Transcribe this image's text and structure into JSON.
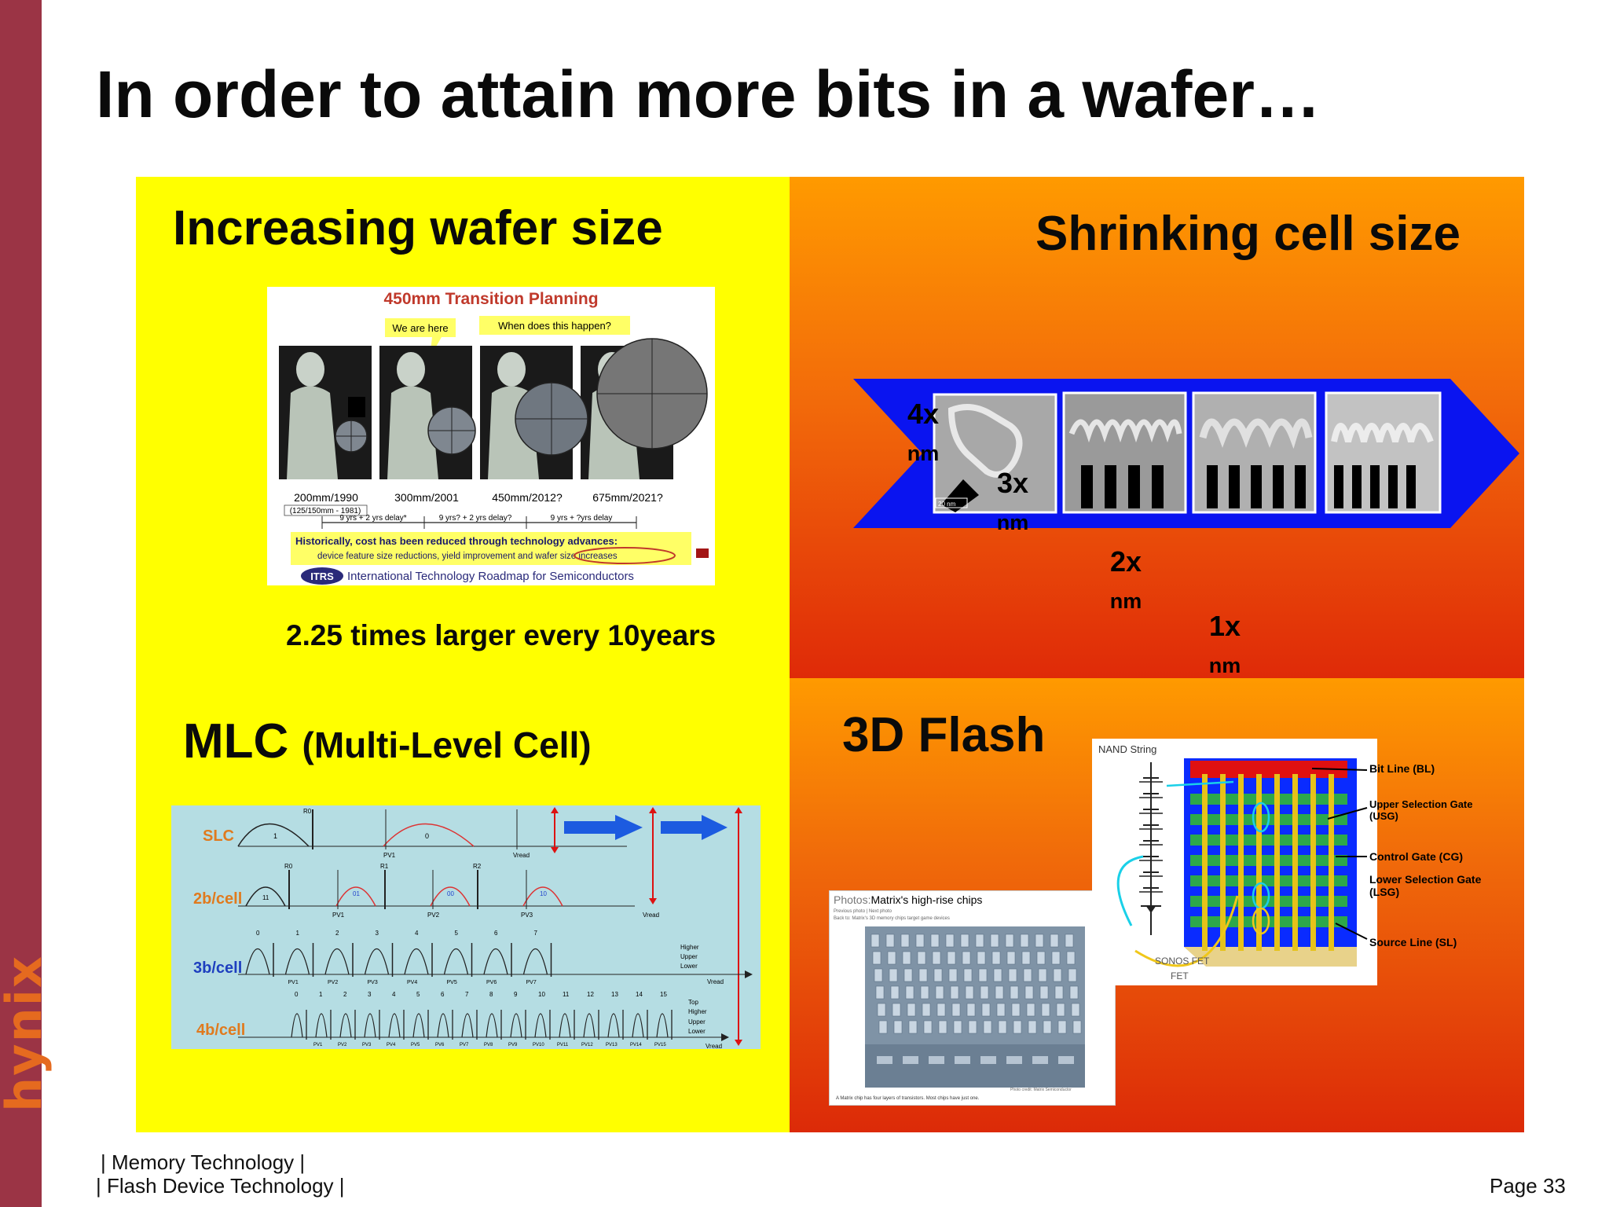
{
  "slide": {
    "title": "In order to attain more bits in a wafer…",
    "logo_text": "hynix",
    "colors": {
      "sidebar": "#9b3445",
      "yellow_panel": "#ffff00",
      "orange_top": "#ff9a00",
      "red_bottom": "#df2a08",
      "logo": "#e56a1f"
    }
  },
  "wafer": {
    "heading": "Increasing wafer size",
    "caption": "2.25 times larger every 10years",
    "figure": {
      "title": "450mm Transition Planning",
      "callout_here": "We are here",
      "callout_when": "When does this happen?",
      "years": [
        "200mm/1990",
        "300mm/2001",
        "450mm/2012?",
        "675mm/2021?"
      ],
      "sub_note": "(125/150mm - 1981)",
      "delays": [
        "9 yrs + 2 yrs delay*",
        "9 yrs? + 2 yrs delay?",
        "9 yrs + ?yrs delay"
      ],
      "history_line1": "Historically, cost has been reduced through technology advances:",
      "history_line2": "device feature size reductions, yield improvement and wafer size increases",
      "itrs_logo": "ITRS",
      "itrs_name": "International Technology Roadmap for Semiconductors"
    }
  },
  "cell": {
    "heading": "Shrinking cell size",
    "nodes": [
      {
        "value": "4x",
        "unit": "nm"
      },
      {
        "value": "3x",
        "unit": "nm"
      },
      {
        "value": "2x",
        "unit": "nm"
      },
      {
        "value": "1x",
        "unit": "nm"
      }
    ],
    "scale_bar": "20 nm"
  },
  "mlc": {
    "heading": "MLC",
    "heading_sub": "(Multi-Level Cell)",
    "rows": [
      {
        "label": "SLC",
        "color": "#e07a1e"
      },
      {
        "label": "2b/cell",
        "color": "#e07a1e"
      },
      {
        "label": "3b/cell",
        "color": "#1e3fbf"
      },
      {
        "label": "4b/cell",
        "color": "#e07a1e"
      }
    ],
    "slc_states": [
      "1",
      "0"
    ],
    "slc_marks": [
      "R0",
      "PV1",
      "Vread"
    ],
    "two_bit_marks": [
      "R0",
      "R1",
      "R2",
      "PV1",
      "PV2",
      "PV3",
      "Vread"
    ],
    "two_bit_codes": [
      "11",
      "01",
      "00",
      "10"
    ],
    "three_bit_states": [
      "0",
      "1",
      "2",
      "3",
      "4",
      "5",
      "6",
      "7"
    ],
    "three_bit_pv": [
      "PV1",
      "PV2",
      "PV3",
      "PV4",
      "PV5",
      "PV6",
      "PV7"
    ],
    "three_bit_pages": [
      "Higher",
      "Upper",
      "Lower"
    ],
    "four_bit_states": [
      "0",
      "1",
      "2",
      "3",
      "4",
      "5",
      "6",
      "7",
      "8",
      "9",
      "10",
      "11",
      "12",
      "13",
      "14",
      "15"
    ],
    "four_bit_pv": [
      "PV1",
      "PV2",
      "PV3",
      "PV4",
      "PV5",
      "PV6",
      "PV7",
      "PV8",
      "PV9",
      "PV10",
      "PV11",
      "PV12",
      "PV13",
      "PV14",
      "PV15"
    ],
    "four_bit_pages": [
      "Top",
      "Higher",
      "Upper",
      "Lower"
    ],
    "vread": "Vread"
  },
  "flash3d": {
    "heading": "3D Flash",
    "photo": {
      "header_prefix": "Photos:",
      "header_title": "Matrix's high-rise chips",
      "nav": "Previous photo | Next photo",
      "back": "Back to: Matrix's 3D memory chips target game devices",
      "credit": "Photo credit: Matrix Semiconductor",
      "caption": "A Matrix chip has four layers of transistors. Most chips have just one."
    },
    "diagram": {
      "string_label": "NAND String",
      "fet_label": "SONOS FET",
      "fet_label2": "FET",
      "labels": [
        "Bit Line (BL)",
        "Upper Selection Gate (USG)",
        "Control Gate (CG)",
        "Lower Selection Gate (LSG)",
        "Source Line (SL)"
      ]
    }
  },
  "footer": {
    "line1": "| Memory Technology |",
    "line2": "| Flash Device Technology |",
    "page": "Page 33"
  }
}
